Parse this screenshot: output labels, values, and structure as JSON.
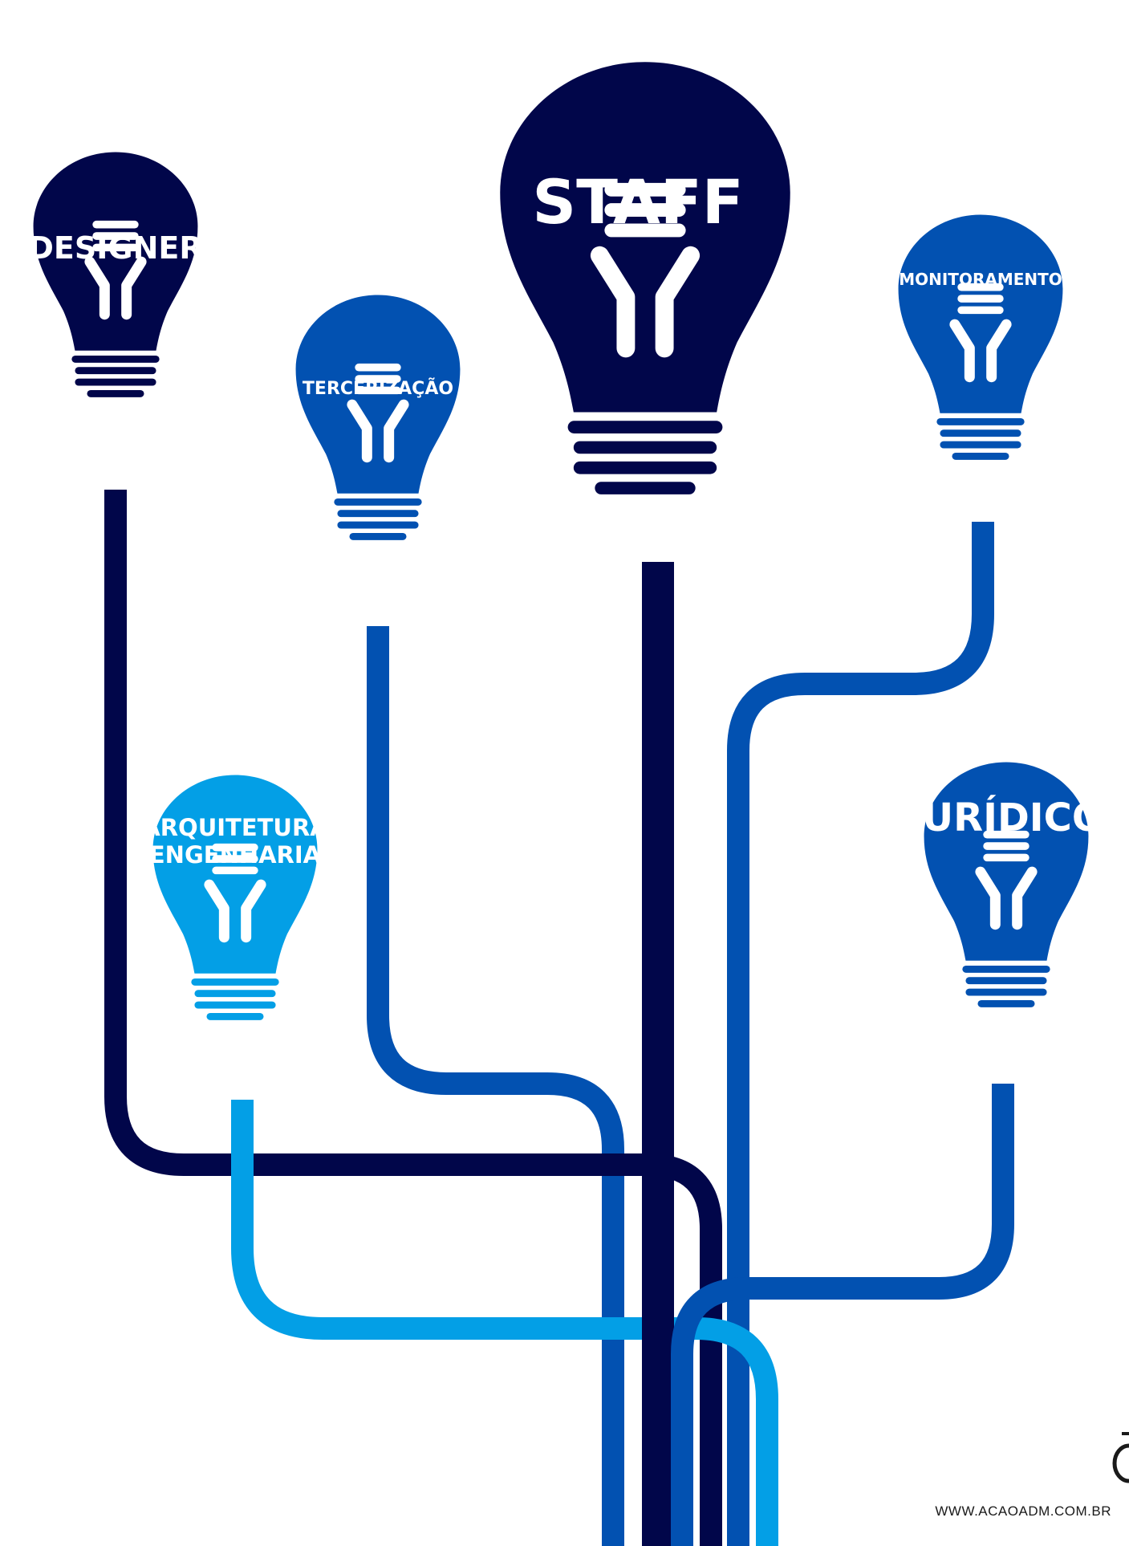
{
  "colors": {
    "dark_navy": "#01064a",
    "royal_blue": "#0251b1",
    "sky_blue": "#039fe6",
    "white": "#ffffff"
  },
  "bulbs": {
    "designer": {
      "label": "DESIGNER",
      "color": "#01064a"
    },
    "tercerizacao": {
      "label": "TERCERIZAÇÃO",
      "color": "#0251b1"
    },
    "staff": {
      "label": "STAFF",
      "color": "#01064a"
    },
    "monitoramento": {
      "label": "MONITORAMENTO",
      "color": "#0251b1"
    },
    "arquitetura": {
      "label_line1": "ARQUITETURA",
      "label_line2": "ENGENHARIA",
      "color": "#039fe6"
    },
    "juridico": {
      "label": "JURÍDICO",
      "color": "#0251b1"
    }
  },
  "footer": {
    "url": "WWW.ACAOADM.COM.BR"
  }
}
